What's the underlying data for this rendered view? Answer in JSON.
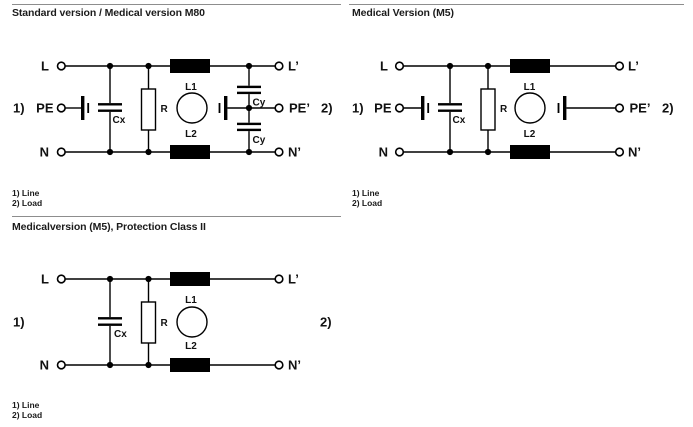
{
  "colors": {
    "ink": "#000000",
    "text": "#1b1b1b",
    "rule": "#8d8d8d",
    "background": "#ffffff"
  },
  "panels": {
    "standard": {
      "title": "Standard version / Medical version M80",
      "notes": {
        "line": "1) Line",
        "load": "2) Load"
      },
      "labels": {
        "l_in": "L",
        "pe_in": "PE",
        "n_in": "N",
        "l_out": "L’",
        "pe_out": "PE’",
        "n_out": "N’",
        "ref_line": "1)",
        "ref_load": "2)",
        "cx": "Cx",
        "cy_top": "Cy",
        "cy_bottom": "Cy",
        "r": "R",
        "l1": "L1",
        "l2": "L2"
      }
    },
    "medical": {
      "title": "Medical Version (M5)",
      "notes": {
        "line": "1) Line",
        "load": "2) Load"
      },
      "labels": {
        "l_in": "L",
        "pe_in": "PE",
        "n_in": "N",
        "l_out": "L’",
        "pe_out": "PE’",
        "n_out": "N’",
        "ref_line": "1)",
        "ref_load": "2)",
        "cx": "Cx",
        "r": "R",
        "l1": "L1",
        "l2": "L2"
      }
    },
    "class2": {
      "title": "Medicalversion (M5), Protection Class II",
      "notes": {
        "line": "1) Line",
        "load": "2) Load"
      },
      "labels": {
        "l_in": "L",
        "n_in": "N",
        "l_out": "L’",
        "n_out": "N’",
        "ref_line": "1)",
        "ref_load": "2)",
        "cx": "Cx",
        "r": "R",
        "l1": "L1",
        "l2": "L2"
      }
    }
  }
}
